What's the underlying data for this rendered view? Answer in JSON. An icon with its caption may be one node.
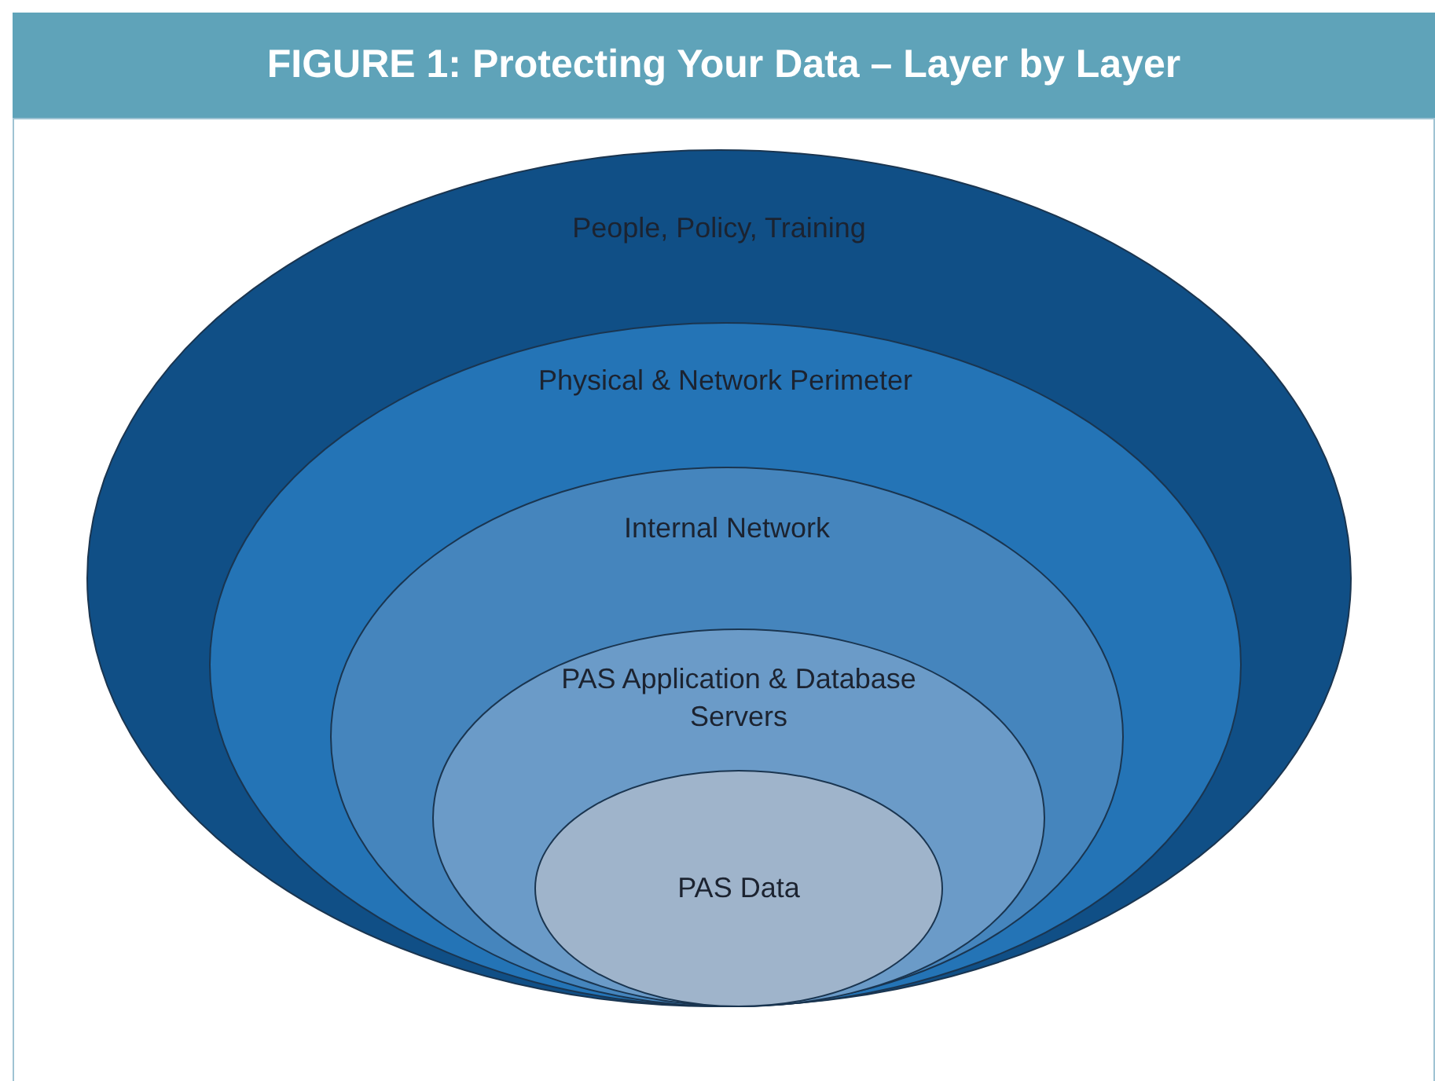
{
  "diagram": {
    "title": "FIGURE 1: Protecting Your Data – Layer by Layer",
    "nodes": [
      {
        "text": [
          "People, Policy, Training"
        ]
      },
      {
        "text": [
          "Physical & Network Perimeter"
        ],
        "in": 0
      },
      {
        "text": [
          "Internal Network"
        ],
        "in": 1
      },
      {
        "text": [
          "PAS Application & Database Servers"
        ],
        "in": 2
      },
      {
        "text": [
          "PAS Data"
        ],
        "in": 3
      }
    ]
  }
}
